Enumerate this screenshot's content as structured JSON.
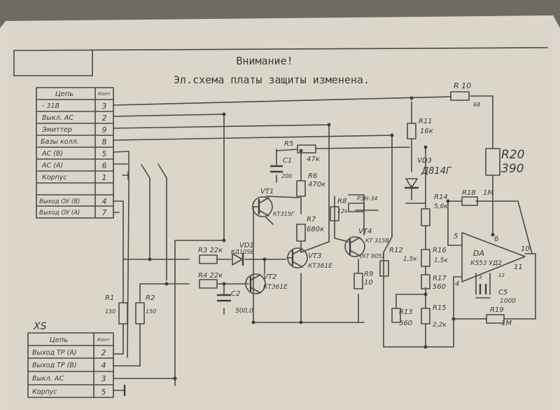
{
  "header": {
    "title": "Внимание!",
    "subtitle": "Эл.схема платы защиты изменена."
  },
  "table_top": {
    "col_signal": "Цепь",
    "col_contact": "Конт",
    "rows": [
      {
        "signal": "- 31В",
        "contact": "3"
      },
      {
        "signal": "Выкл. АС",
        "contact": "2"
      },
      {
        "signal": "Эмиттер",
        "contact": "9"
      },
      {
        "signal": "Базы колл.",
        "contact": "8"
      },
      {
        "signal": "АС (В)",
        "contact": "5"
      },
      {
        "signal": "АС (А)",
        "contact": "6"
      },
      {
        "signal": "Корпус",
        "contact": "1"
      },
      {
        "signal": "",
        "contact": ""
      },
      {
        "signal": "Выход ОУ (В)",
        "contact": "4"
      },
      {
        "signal": "Выход ОУ (А)",
        "contact": "7"
      }
    ]
  },
  "table_bottom": {
    "label": "XS",
    "col_signal": "Цепь",
    "col_contact": "Конт",
    "rows": [
      {
        "signal": "Выход ТР (А)",
        "contact": "2"
      },
      {
        "signal": "Выход ТР (В)",
        "contact": "4"
      },
      {
        "signal": "Выкл. АС",
        "contact": "3"
      },
      {
        "signal": "Корпус",
        "contact": "5"
      }
    ]
  },
  "components": {
    "r10": "R 10",
    "r10v": "68",
    "r11": "R11",
    "r11v": "16к",
    "r20": "R20",
    "r20v": "390",
    "r5": "R5",
    "r5v": "47к",
    "c1": "C1",
    "c1v": "200",
    "vd3": "VD3",
    "vd3v": "Д814Г",
    "r6": "R6",
    "r6v": "470к",
    "vt1": "VT1",
    "vt1v": "КТ315Г",
    "r8": "R8",
    "r8v": "12к",
    "rel": "РЭН-34",
    "r14": "R14",
    "r14v": "5,6к",
    "r18": "R18",
    "r18v": "1М",
    "vt4": "VT4",
    "vt4v": "КТ 315В",
    "vt4v2": "(КТ 805)",
    "r7": "R7",
    "r7v": "680к",
    "r3": "R3 22к",
    "vd1": "VD1",
    "vd1v": "КД105Б",
    "vt3": "VT3",
    "vt3v": "КТ361Е",
    "r12": "R12",
    "r12v": "1,5к",
    "r16": "R16",
    "r16v": "1,5к",
    "da": "DA",
    "dav": "К553 УД2",
    "r4": "R4 22к",
    "vt2": "VT2",
    "vt2v": "КТ361Е",
    "r9": "R9",
    "r9v": "10",
    "r17": "R17",
    "r17v": "560",
    "c5": "C5",
    "c5v": "1000",
    "r1": "R1",
    "r1v": "150",
    "r2": "R2",
    "r2v": "150",
    "c2": "C2",
    "c2v": "500,0",
    "r13": "R13",
    "r13v": "560",
    "r15": "R15",
    "r15v": "2,2к",
    "r19": "R19",
    "r19v": "1М",
    "pin5": "5",
    "pin6": "6",
    "pin10": "10",
    "pin11": "11",
    "pin4": "4",
    "pin3": "3",
    "pin12": "12"
  }
}
